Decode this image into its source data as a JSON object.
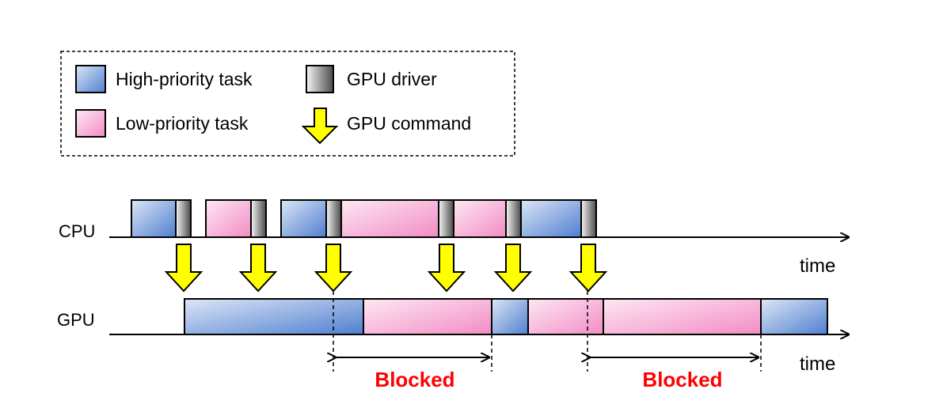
{
  "legend": {
    "high_priority": "High-priority task",
    "gpu_driver": "GPU driver",
    "low_priority": "Low-priority task",
    "gpu_command": "GPU command"
  },
  "rows": {
    "cpu_label": "CPU",
    "gpu_label": "GPU",
    "cpu_time_label": "time",
    "gpu_time_label": "time"
  },
  "annotations": {
    "blocked_1": "Blocked",
    "blocked_2": "Blocked"
  },
  "colors": {
    "high_light": "#dde6f6",
    "high_dark": "#4f7fd0",
    "low_light": "#fde8f3",
    "low_dark": "#f28cc4",
    "driver_light": "#f2f2f2",
    "driver_dark": "#555555",
    "arrow_fill": "#ffff00",
    "blocked_text": "#ff0000"
  },
  "icons": [
    "gpu-command-arrow-icon"
  ]
}
